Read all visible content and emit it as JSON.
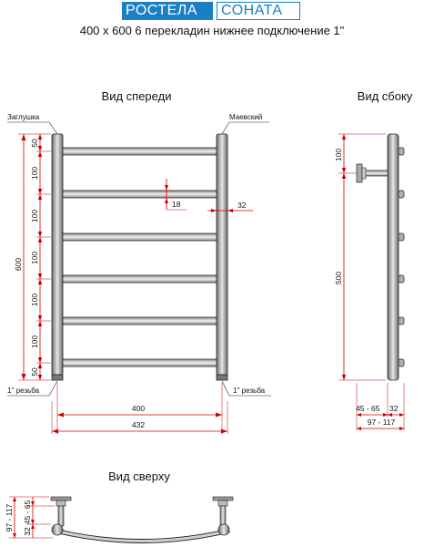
{
  "brand": {
    "name": "РОСТЕЛА",
    "model": "СОНАТА"
  },
  "subtitle": "400 x 600 6 перекладин нижнее подключение 1\"",
  "views": {
    "front": "Вид спереди",
    "side": "Вид сбоку",
    "top": "Вид сверху"
  },
  "labels": {
    "plug": "Заглушка",
    "mayevsky": "Маевский",
    "thread_left": "1'' резьба",
    "thread_right": "1'' резьба"
  },
  "front_dims": {
    "height": "600",
    "steps": [
      "50",
      "100",
      "100",
      "100",
      "100",
      "100",
      "50"
    ],
    "tube_gap": "18",
    "pipe": "32",
    "width_inner": "400",
    "width_outer": "432"
  },
  "side_dims": {
    "top": "100",
    "height": "500",
    "depth_a": "45 - 65",
    "depth_b": "32",
    "depth_total": "97 - 117"
  },
  "top_dims": {
    "depth_total": "97 - 117",
    "d_a": "32",
    "d_b": "45 - 65"
  },
  "colors": {
    "brand": "#1a7fc4",
    "dim": "#cc0000",
    "steel": "#9a9a9a",
    "outline": "#222222"
  }
}
